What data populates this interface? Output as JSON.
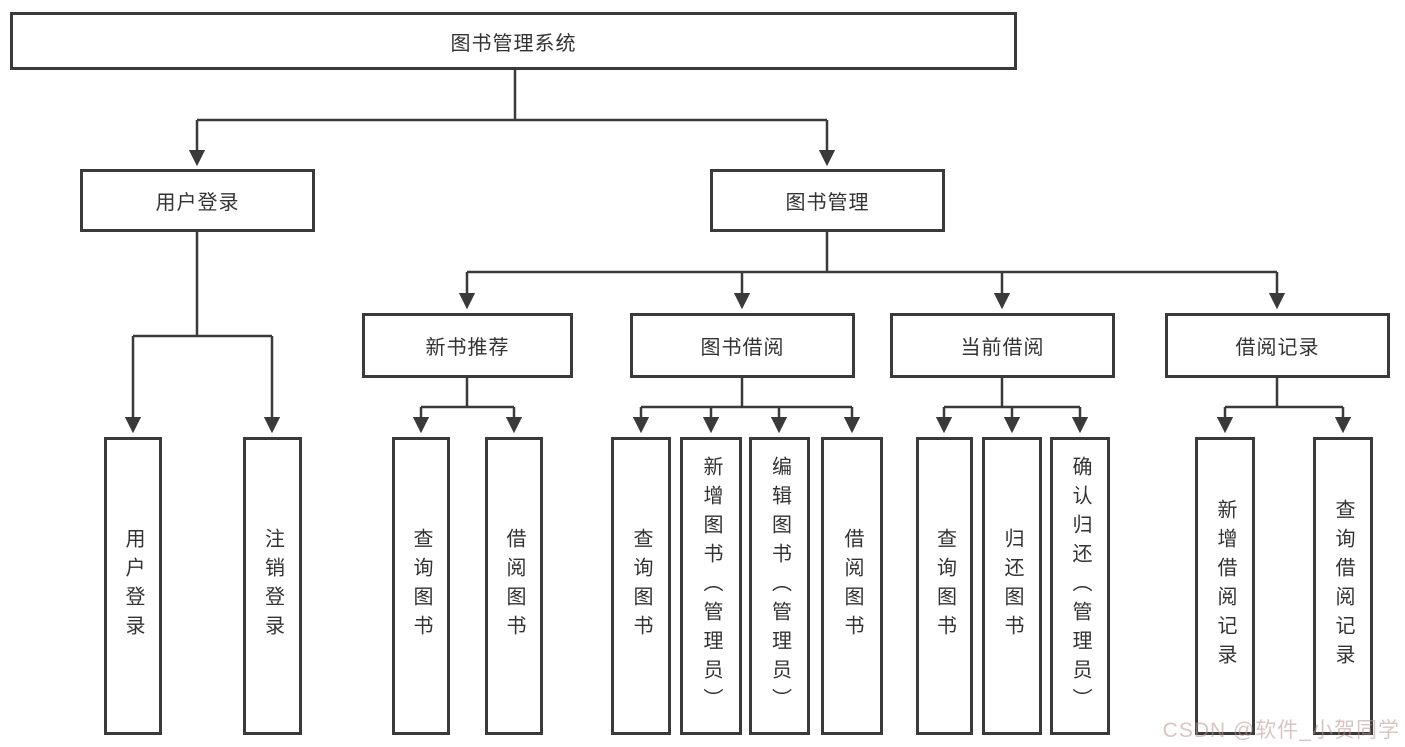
{
  "tree": {
    "label": "图书管理系统",
    "children": [
      {
        "label": "用户登录",
        "children": [
          {
            "label": "用户登录"
          },
          {
            "label": "注销登录"
          }
        ]
      },
      {
        "label": "图书管理",
        "children": [
          {
            "label": "新书推荐",
            "children": [
              {
                "label": "查询图书"
              },
              {
                "label": "借阅图书"
              }
            ]
          },
          {
            "label": "图书借阅",
            "children": [
              {
                "label": "查询图书"
              },
              {
                "label": "新增图书（管理员）"
              },
              {
                "label": "编辑图书（管理员）"
              },
              {
                "label": "借阅图书"
              }
            ]
          },
          {
            "label": "当前借阅",
            "children": [
              {
                "label": "查询图书"
              },
              {
                "label": "归还图书"
              },
              {
                "label": "确认归还（管理员）"
              }
            ]
          },
          {
            "label": "借阅记录",
            "children": [
              {
                "label": "新增借阅记录"
              },
              {
                "label": "查询借阅记录"
              }
            ]
          }
        ]
      }
    ]
  },
  "watermark": {
    "text": "CSDN @软件_小贺同学"
  },
  "colors": {
    "line": "#3a3a3a",
    "box_border": "#3a3a3a",
    "text": "#333333",
    "watermark": "#ba9494",
    "background": "#ffffff"
  }
}
